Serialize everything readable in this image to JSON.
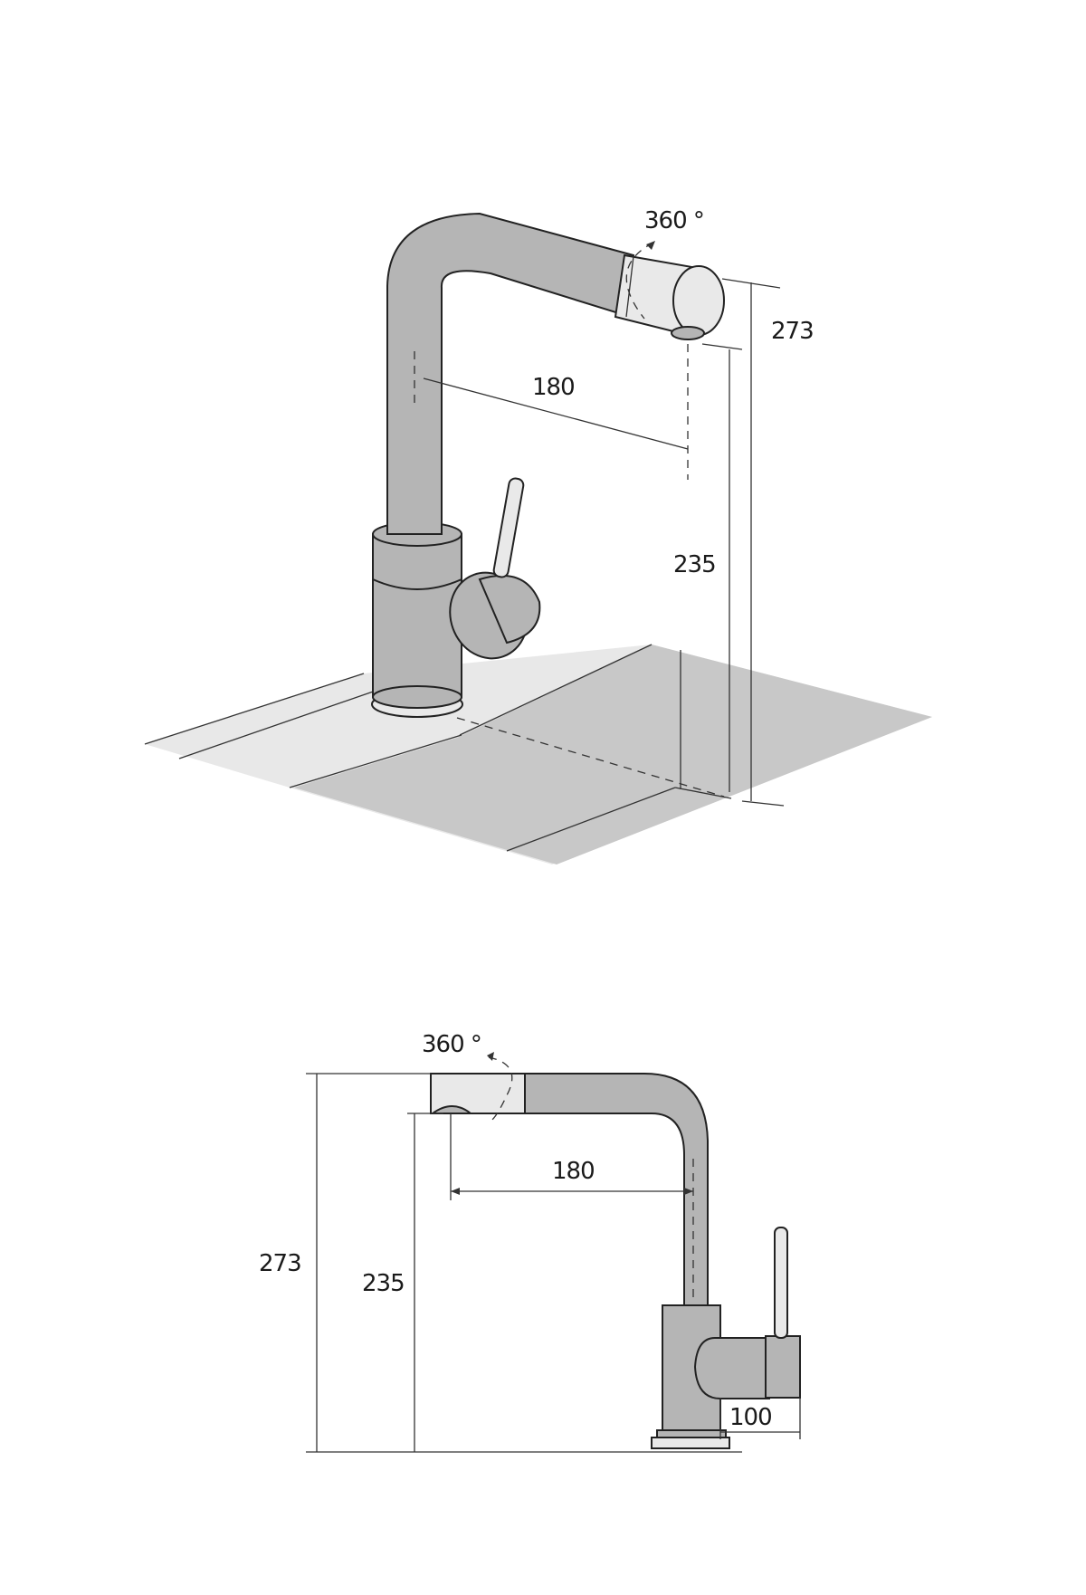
{
  "top_view": {
    "rotation_label": "360 °",
    "height_total": "273",
    "reach": "180",
    "spout_height": "235"
  },
  "side_view": {
    "rotation_label": "360 °",
    "reach": "180",
    "height_total": "273",
    "spout_height": "235",
    "handle_depth": "100"
  },
  "colors": {
    "body": "#b5b5b5",
    "sink_surface": "#e8e8e8",
    "basin": "#c8c8c8",
    "outline": "#222222"
  }
}
